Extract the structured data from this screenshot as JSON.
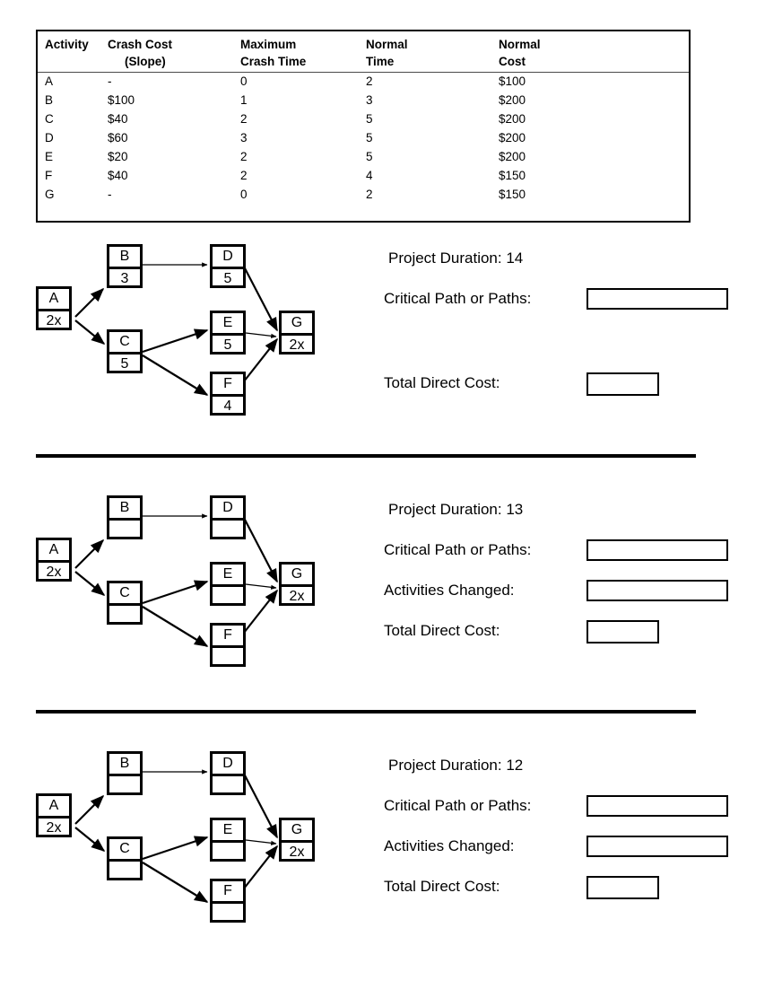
{
  "table": {
    "headers": [
      {
        "line1": "Activity",
        "line2": ""
      },
      {
        "line1": "Crash Cost",
        "line2": "(Slope)"
      },
      {
        "line1": "Maximum",
        "line2": "Crash Time"
      },
      {
        "line1": "Normal",
        "line2": "Time"
      },
      {
        "line1": "Normal",
        "line2": "Cost"
      }
    ],
    "rows": [
      {
        "activity": "A",
        "slope": "-",
        "max_crash_time": "0",
        "normal_time": "2",
        "normal_cost": "$100"
      },
      {
        "activity": "B",
        "slope": "$100",
        "max_crash_time": "1",
        "normal_time": "3",
        "normal_cost": "$200"
      },
      {
        "activity": "C",
        "slope": "$40",
        "max_crash_time": "2",
        "normal_time": "5",
        "normal_cost": "$200"
      },
      {
        "activity": "D",
        "slope": "$60",
        "max_crash_time": "3",
        "normal_time": "5",
        "normal_cost": "$200"
      },
      {
        "activity": "E",
        "slope": "$20",
        "max_crash_time": "2",
        "normal_time": "5",
        "normal_cost": "$200"
      },
      {
        "activity": "F",
        "slope": "$40",
        "max_crash_time": "2",
        "normal_time": "4",
        "normal_cost": "$150"
      },
      {
        "activity": "G",
        "slope": "-",
        "max_crash_time": "0",
        "normal_time": "2",
        "normal_cost": "$150"
      }
    ]
  },
  "sections": [
    {
      "duration_label": "Project Duration: 14",
      "critical_path_label": "Critical Path or Paths:",
      "critical_path_value": "",
      "total_direct_cost_label": "Total Direct Cost:",
      "total_direct_cost_value": "",
      "has_activities_changed": false,
      "activities_changed_label": "",
      "activities_changed_value": "",
      "nodes": {
        "A": {
          "id": "A",
          "duration": "2x"
        },
        "B": {
          "id": "B",
          "duration": "3"
        },
        "C": {
          "id": "C",
          "duration": "5"
        },
        "D": {
          "id": "D",
          "duration": "5"
        },
        "E": {
          "id": "E",
          "duration": "5"
        },
        "F": {
          "id": "F",
          "duration": "4"
        },
        "G": {
          "id": "G",
          "duration": "2x"
        }
      }
    },
    {
      "duration_label": "Project Duration: 13",
      "critical_path_label": "Critical Path or Paths:",
      "critical_path_value": "",
      "total_direct_cost_label": "Total Direct Cost:",
      "total_direct_cost_value": "",
      "has_activities_changed": true,
      "activities_changed_label": "Activities Changed:",
      "activities_changed_value": "",
      "nodes": {
        "A": {
          "id": "A",
          "duration": "2x"
        },
        "B": {
          "id": "B",
          "duration": ""
        },
        "C": {
          "id": "C",
          "duration": ""
        },
        "D": {
          "id": "D",
          "duration": ""
        },
        "E": {
          "id": "E",
          "duration": ""
        },
        "F": {
          "id": "F",
          "duration": ""
        },
        "G": {
          "id": "G",
          "duration": "2x"
        }
      }
    },
    {
      "duration_label": "Project Duration: 12",
      "critical_path_label": "Critical Path or Paths:",
      "critical_path_value": "",
      "total_direct_cost_label": "Total Direct Cost:",
      "total_direct_cost_value": "",
      "has_activities_changed": true,
      "activities_changed_label": "Activities Changed:",
      "activities_changed_value": "",
      "nodes": {
        "A": {
          "id": "A",
          "duration": "2x"
        },
        "B": {
          "id": "B",
          "duration": ""
        },
        "C": {
          "id": "C",
          "duration": ""
        },
        "D": {
          "id": "D",
          "duration": ""
        },
        "E": {
          "id": "E",
          "duration": ""
        },
        "F": {
          "id": "F",
          "duration": ""
        },
        "G": {
          "id": "G",
          "duration": "2x"
        }
      }
    }
  ],
  "network_edges": [
    {
      "from": "A",
      "to": "B"
    },
    {
      "from": "A",
      "to": "C"
    },
    {
      "from": "B",
      "to": "D"
    },
    {
      "from": "C",
      "to": "E"
    },
    {
      "from": "C",
      "to": "F"
    },
    {
      "from": "D",
      "to": "G"
    },
    {
      "from": "E",
      "to": "G"
    },
    {
      "from": "F",
      "to": "G"
    }
  ],
  "colors": {
    "ink": "#000000",
    "page": "#ffffff",
    "rule": "#4a4a4a"
  }
}
